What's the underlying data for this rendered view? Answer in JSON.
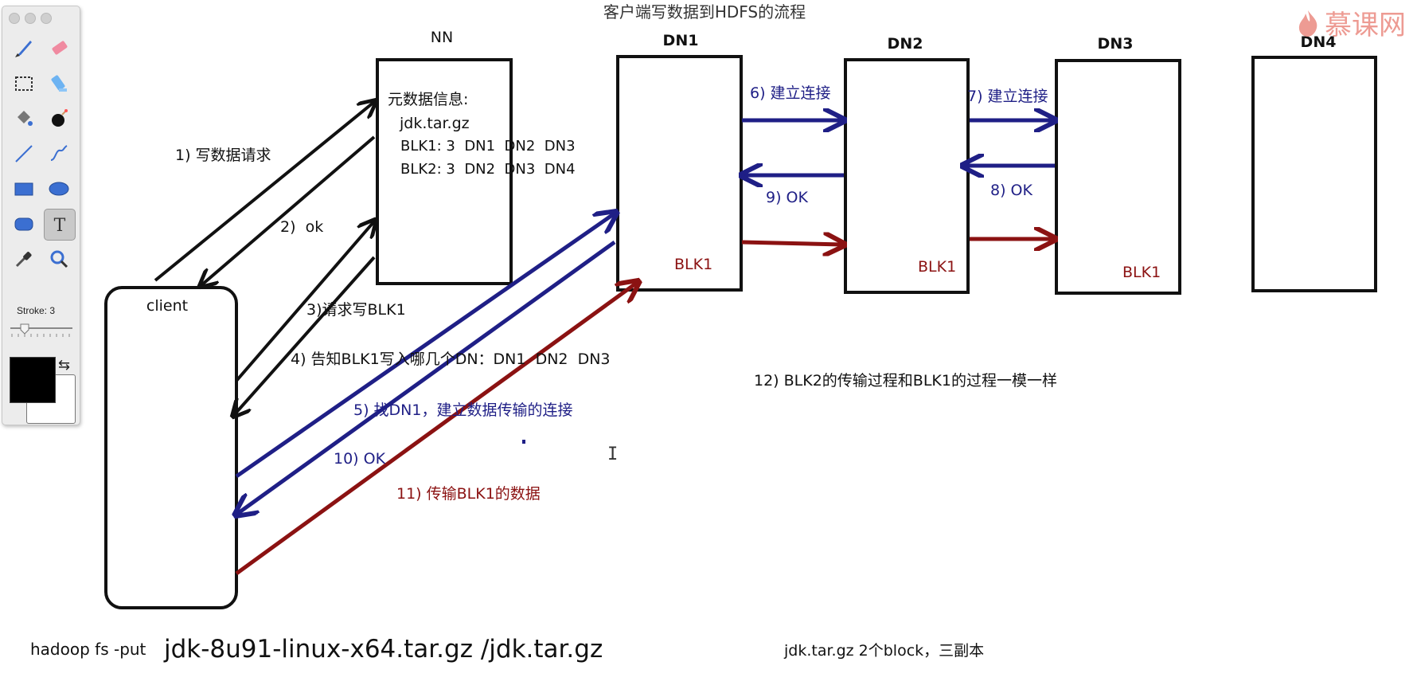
{
  "title": "客户端写数据到HDFS的流程",
  "watermark": {
    "text": "慕课网",
    "icon": "flame-logo"
  },
  "nodes": {
    "nn": {
      "label": "NN"
    },
    "dn1": {
      "label": "DN1",
      "block": "BLK1"
    },
    "dn2": {
      "label": "DN2",
      "block": "BLK1"
    },
    "dn3": {
      "label": "DN3",
      "block": "BLK1"
    },
    "dn4": {
      "label": "DN4"
    },
    "client": {
      "label": "client"
    }
  },
  "metadata": {
    "heading": "元数据信息:",
    "file": "jdk.tar.gz",
    "blk1": "BLK1: 3  DN1  DN2  DN3",
    "blk2": "BLK2: 3  DN2  DN3  DN4"
  },
  "steps": {
    "s1": "1) 写数据请求",
    "s2": "2)  ok",
    "s3": "3)请求写BLK1",
    "s4": "4) 告知BLK1写入哪几个DN：DN1  DN2  DN3",
    "s5": "5) 找DN1，建立数据传输的连接",
    "s6": "6) 建立连接",
    "s7": "7) 建立连接",
    "s8": "8) OK",
    "s9": "9) OK",
    "s10": "10) OK",
    "s11": "11) 传输BLK1的数据",
    "s12": "12) BLK2的传输过程和BLK1的过程一模一样"
  },
  "command": {
    "prefix": "hadoop fs -put",
    "args": "jdk-8u91-linux-x64.tar.gz /jdk.tar.gz",
    "note": "jdk.tar.gz 2个block，三副本"
  },
  "palette": {
    "stroke_label": "Stroke: 3",
    "stroke_value": 3,
    "tools": [
      "brush-icon",
      "eraser-icon",
      "select-rect-icon",
      "highlighter-icon",
      "paint-bucket-icon",
      "bomb-icon",
      "line-icon",
      "curve-icon",
      "rectangle-icon",
      "ellipse-icon",
      "rounded-rect-icon",
      "text-tool-icon",
      "eyedropper-icon",
      "zoom-icon"
    ],
    "selected_tool": "text-tool-icon",
    "fg_color": "#000000",
    "bg_color": "#ffffff"
  },
  "colors": {
    "black": "#111111",
    "blue": "#1f1f86",
    "red": "#8b1212",
    "title": "#333333"
  }
}
